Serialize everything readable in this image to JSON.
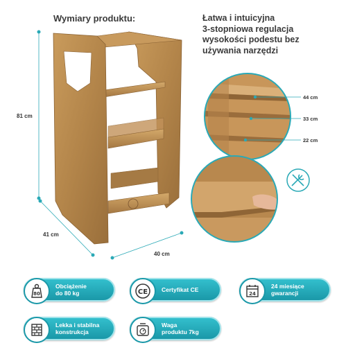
{
  "headings": {
    "dimensions": "Wymiary produktu:",
    "feature": "Łatwa i intuicyjna\n3-stopniowa regulacja\nwysokości podestu bez\nużywania narzędzi"
  },
  "dimensions": {
    "height": "81 cm",
    "depth": "41 cm",
    "width": "40 cm"
  },
  "heights": [
    "44 cm",
    "33 cm",
    "22 cm"
  ],
  "badges": [
    {
      "icon": "weight-80-icon",
      "text": "Obciążenie\ndo 80 kg"
    },
    {
      "icon": "ce-certificate-icon",
      "text": "Certyfikat CE"
    },
    {
      "icon": "calendar-24-icon",
      "text": "24 miesiące\ngwarancji"
    },
    {
      "icon": "brick-wall-icon",
      "text": "Lekka i stabilna\nkonstrukcja"
    },
    {
      "icon": "scale-icon",
      "text": "Waga\nproduktu 7kg"
    }
  ],
  "icon_text": {
    "weight": "80",
    "ce": "CE",
    "calendar": "24"
  },
  "colors": {
    "badge": "#1a98a8",
    "wood": "#b68a4f",
    "accent": "#2aa9b6"
  }
}
